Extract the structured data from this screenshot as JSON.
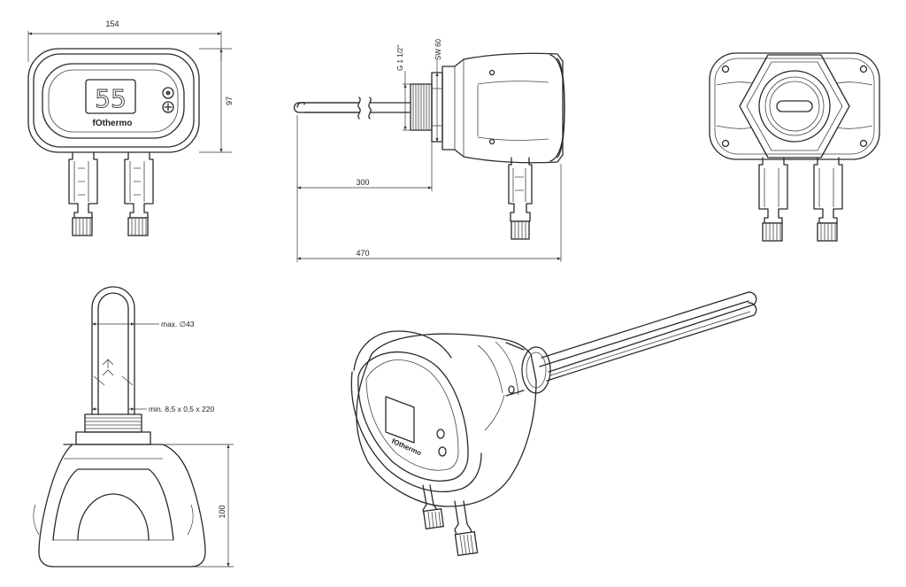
{
  "front_view": {
    "width_dim": "154",
    "height_dim": "97",
    "display_value": "55",
    "brand": "fOthermo"
  },
  "side_view": {
    "thread_label": "G 1 1/2\"",
    "wrench_label": "SW 60",
    "length_element": "300",
    "length_total": "470"
  },
  "bottom_view": {
    "element_diameter": "max. ∅43",
    "tube_spec": "min. 8,5 x 0,5 x 220",
    "height_dim": "100"
  },
  "iso_view": {
    "brand": "fOthermo"
  }
}
